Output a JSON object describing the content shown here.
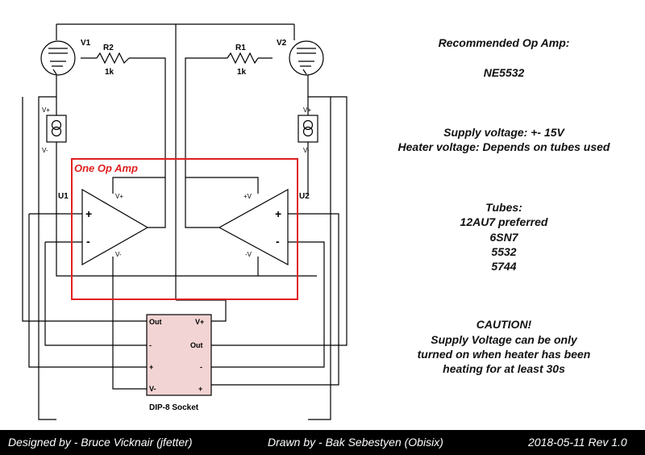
{
  "components": {
    "v1": "V1",
    "v2": "V2",
    "r1": "R1",
    "r1_value": "1k",
    "r2": "R2",
    "r2_value": "1k",
    "u1": "U1",
    "u2": "U2",
    "pin_plus": "+",
    "pin_minus": "-",
    "u1_vplus": "V+",
    "u1_vminus": "V-",
    "u2_vplus": "+V",
    "u2_vminus": "-V",
    "src_vplus": "V+",
    "src_vminus": "V-",
    "op_amp_box_label": "One Op Amp",
    "op_amp_box_color": "#e02020"
  },
  "socket": {
    "title": "DIP-8 Socket",
    "fill_color": "#f3d4d4",
    "left_pins": [
      "Out",
      "-",
      "+",
      "V-"
    ],
    "right_pins": [
      "V+",
      "Out",
      "-",
      "+"
    ]
  },
  "notes": {
    "recommended_title": "Recommended Op Amp:",
    "recommended_value": "NE5532",
    "supply": "Supply voltage: +- 15V",
    "heater": "Heater voltage: Depends on tubes used",
    "tubes_title": "Tubes:",
    "tubes": [
      "12AU7 preferred",
      "6SN7",
      "5532",
      "5744"
    ],
    "caution_title": "CAUTION!",
    "caution_lines": [
      "Supply Voltage can be only",
      "turned on when heater has been",
      "heating for at least 30s"
    ]
  },
  "footer": {
    "designed_by": "Designed by - Bruce Vicknair (jfetter)",
    "drawn_by": "Drawn by - Bak Sebestyen (Obisix)",
    "date_rev": "2018-05-11  Rev 1.0"
  }
}
